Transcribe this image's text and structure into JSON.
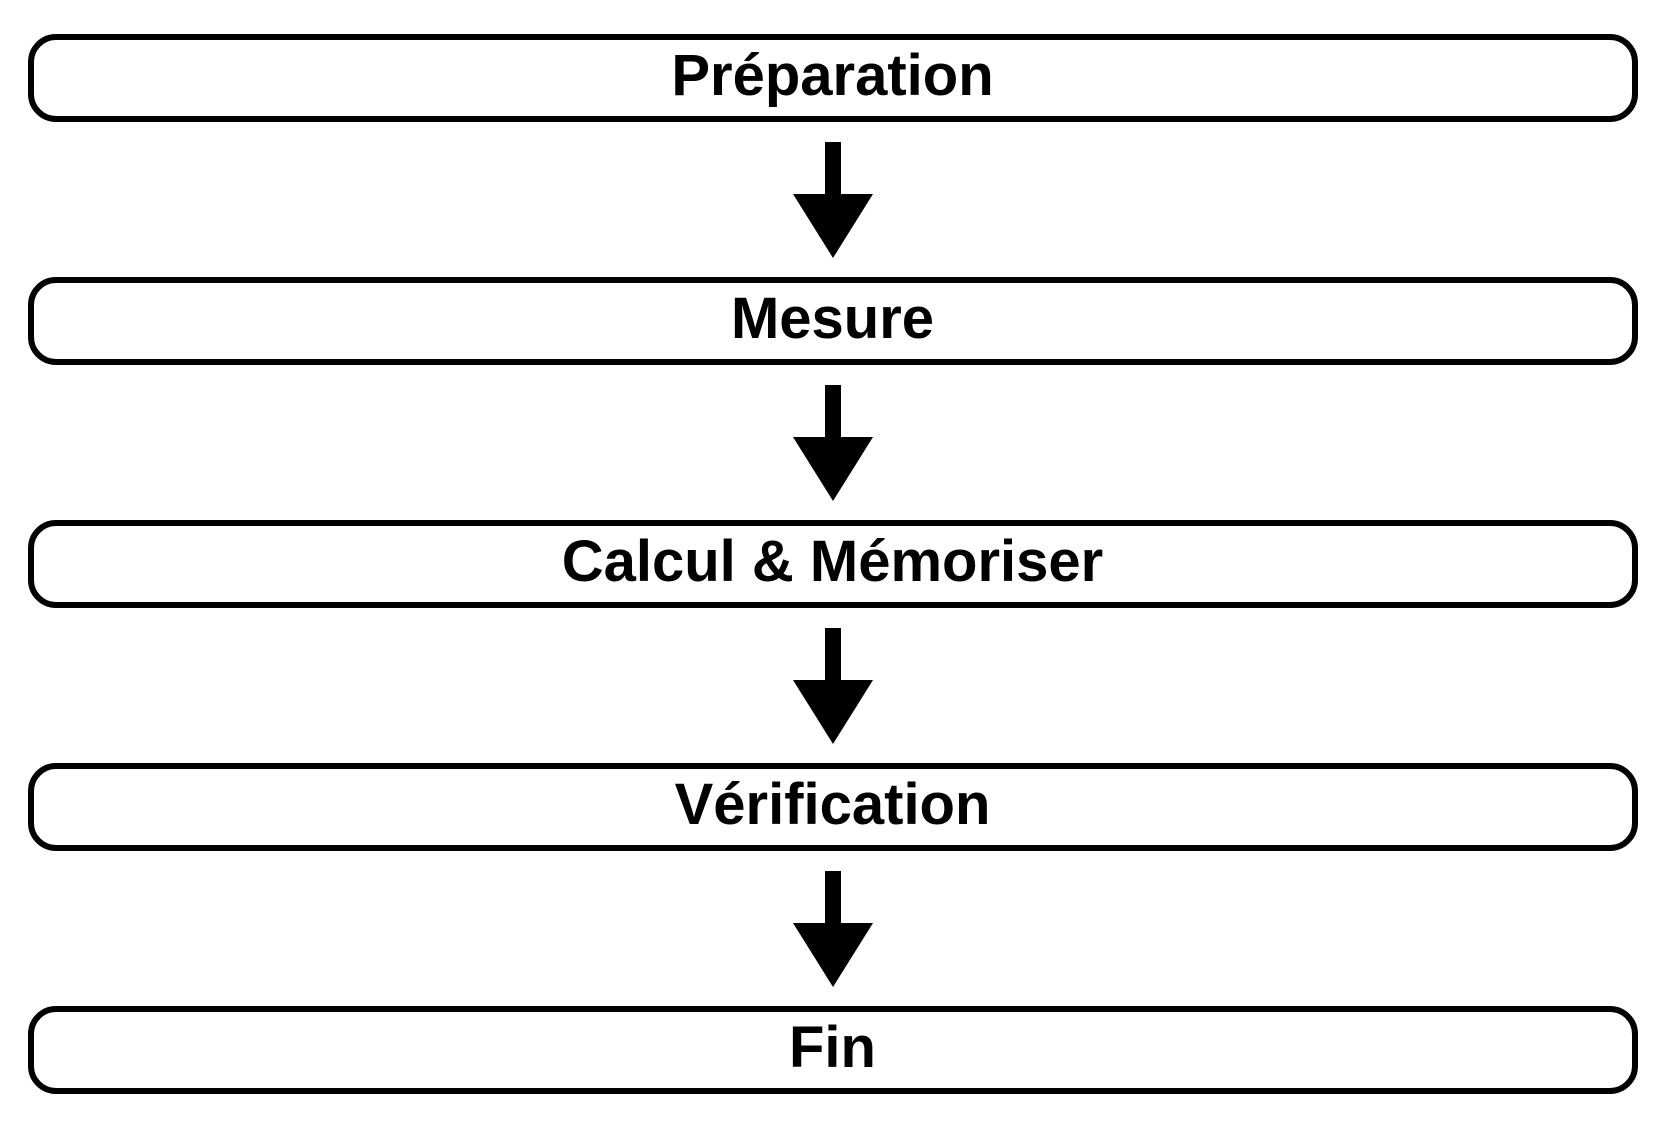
{
  "diagram": {
    "type": "flowchart",
    "direction": "top-to-bottom",
    "nodes": [
      {
        "id": "preparation",
        "label": "Préparation"
      },
      {
        "id": "mesure",
        "label": "Mesure"
      },
      {
        "id": "calcul-memoriser",
        "label": "Calcul & Mémoriser"
      },
      {
        "id": "verification",
        "label": "Vérification"
      },
      {
        "id": "fin",
        "label": "Fin"
      }
    ],
    "edges": [
      {
        "from": "preparation",
        "to": "mesure"
      },
      {
        "from": "mesure",
        "to": "calcul-memoriser"
      },
      {
        "from": "calcul-memoriser",
        "to": "verification"
      },
      {
        "from": "verification",
        "to": "fin"
      }
    ],
    "colors": {
      "background": "#ffffff",
      "node_fill": "#ffffff",
      "node_border": "#000000",
      "text": "#000000",
      "arrow": "#000000"
    }
  }
}
